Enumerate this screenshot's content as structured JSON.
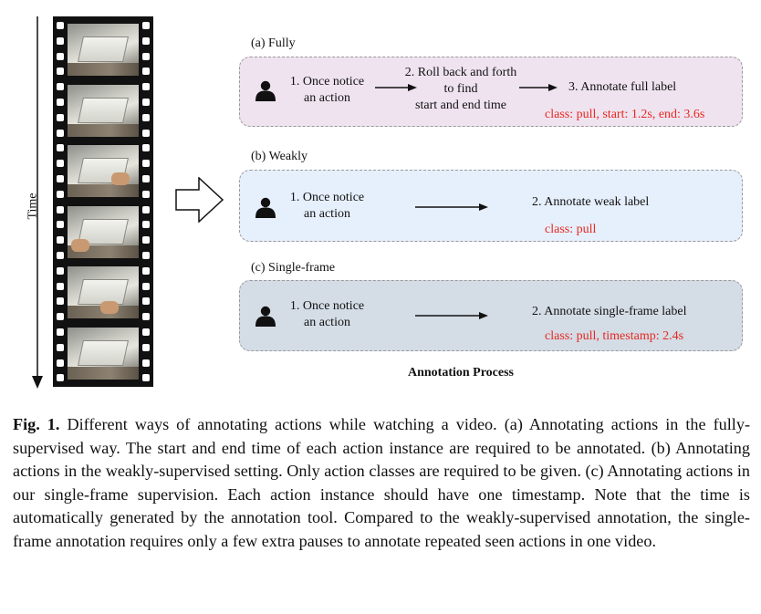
{
  "time_axis": {
    "label": "Time"
  },
  "panels": {
    "a": {
      "title": "(a) Fully",
      "step1": [
        "1. Once notice",
        "an action"
      ],
      "step2": [
        "2. Roll back and forth",
        "to find",
        "start and end time"
      ],
      "step3": "3. Annotate full label",
      "label": "class: pull, start: 1.2s, end: 3.6s"
    },
    "b": {
      "title": "(b) Weakly",
      "step1": [
        "1. Once notice",
        "an action"
      ],
      "step2": "2. Annotate weak label",
      "label": "class: pull"
    },
    "c": {
      "title": "(c) Single-frame",
      "step1": [
        "1. Once notice",
        "an action"
      ],
      "step2": "2. Annotate single-frame label",
      "label": "class: pull, timestamp: 2.4s"
    }
  },
  "process_title": "Annotation Process",
  "caption": {
    "label": "Fig. 1.",
    "text": "Different ways of annotating actions while watching a video. (a) Annotating actions in the fully-supervised way. The start and end time of each action instance are required to be annotated. (b) Annotating actions in the weakly-supervised setting. Only action classes are required to be given. (c) Annotating actions in our single-frame supervision. Each action instance should have one timestamp. Note that the time is automatically generated by the annotation tool. Compared to the weakly-supervised annotation, the single-frame annotation requires only a few extra pauses to annotate repeated seen actions in one video."
  },
  "colors": {
    "panel_a_bg": "#efe3f0",
    "panel_b_bg": "#e6effc",
    "panel_c_bg": "#d4dce6",
    "label_red": "#e8281e"
  }
}
